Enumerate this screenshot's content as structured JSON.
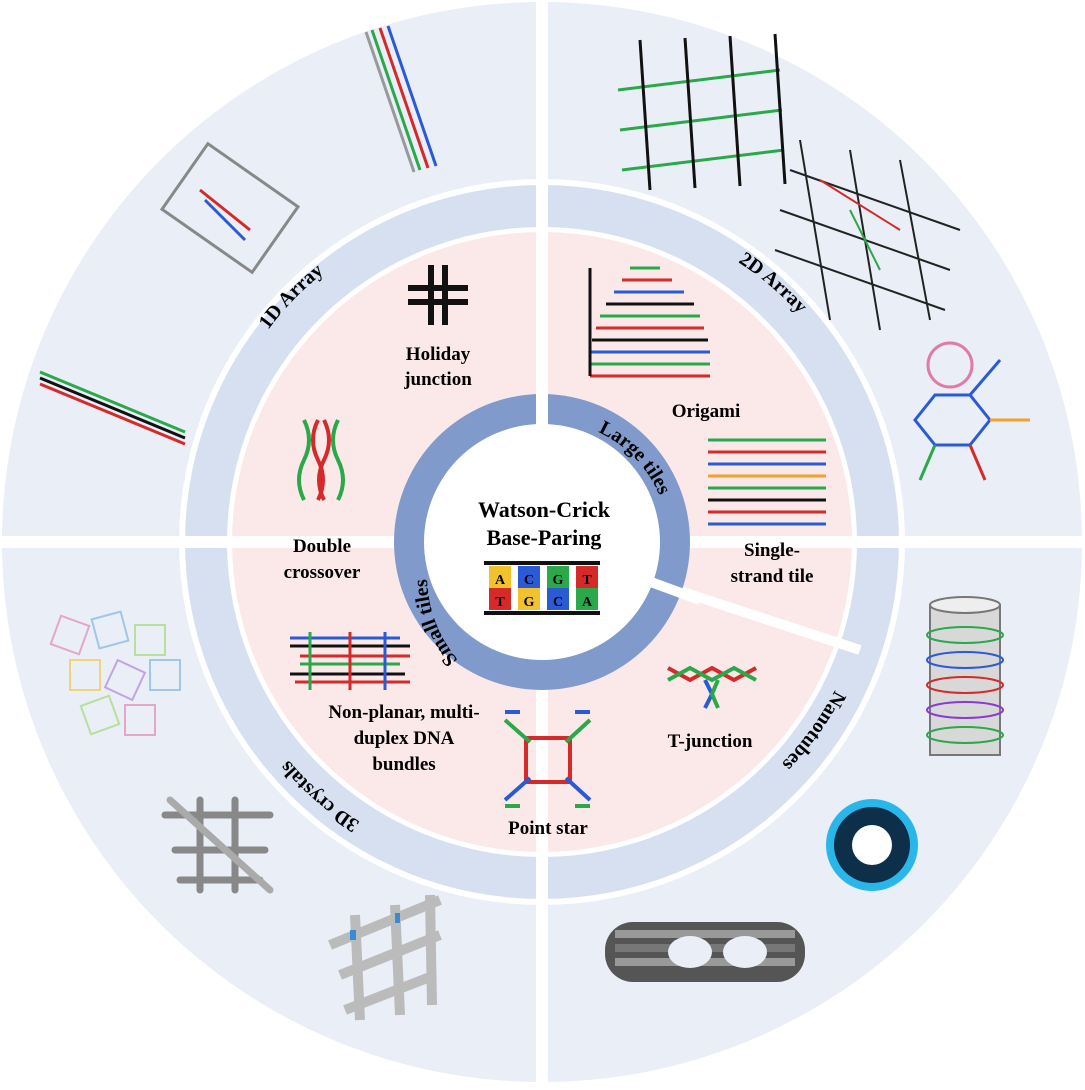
{
  "center": {
    "title_line1": "Watson-Crick",
    "title_line2": "Base-Paring",
    "bases_top": [
      "A",
      "C",
      "G",
      "T"
    ],
    "bases_bottom": [
      "T",
      "G",
      "C",
      "A"
    ]
  },
  "inner_ring": {
    "large_tiles": "Large tiles",
    "small_tiles": "Small tiles"
  },
  "tiles": {
    "holiday_1": "Holiday",
    "holiday_2": "junction",
    "dx_1": "Double",
    "dx_2": "crossover",
    "np_1": "Non-planar, multi-",
    "np_2": "duplex DNA",
    "np_3": "bundles",
    "point_star": "Point star",
    "t_junction": "T-junction",
    "origami": "Origami",
    "sst_1": "Single-",
    "sst_2": "strand tile"
  },
  "outer_categories": {
    "array_1d": "1D Array",
    "array_2d": "2D Array",
    "nanotubes": "Nanotubes",
    "crystals_3d": "3D crystals"
  },
  "colors": {
    "outer_fill": "#e9eef7",
    "band_fill": "#d6e0f0",
    "inner_fill": "#fbe9ea",
    "ring_fill": "#7f9acb",
    "green": "#2ba84a",
    "red": "#d42a2a",
    "blue": "#2a5ad4",
    "black": "#111111"
  }
}
